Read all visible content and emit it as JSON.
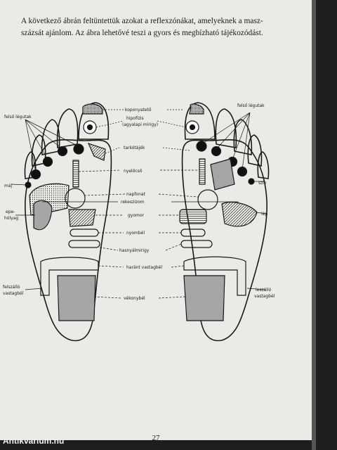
{
  "text": {
    "line1": "A következő ábrán feltüntettük azokat a reflexzónákat, amelyeknek a masz-",
    "line2": "százsát ajánlom. Az ábra lehetővé teszi a gyors és megbízható tájékozódást."
  },
  "labels": {
    "left_upper_airways": "felső légutak",
    "left_liver": "máj",
    "left_gallbladder_1": "epe-",
    "left_gallbladder_2": "hólyag",
    "left_ascending_colon_1": "felszálló",
    "left_ascending_colon_2": "vastagbél",
    "skull_top": "koponyatető",
    "pituitary_1": "hipofízis",
    "pituitary_2": "(agyalapi mirigy)",
    "neck": "tarkótájék",
    "esophagus": "nyelőcső",
    "solar_plexus": "napfonat",
    "diaphragm": "rekeszizom",
    "stomach": "gyomor",
    "duodenum": "nyombél",
    "pancreas": "hasnyálmirigy",
    "transverse_colon": "haránt vastagbél",
    "small_intestine": "vékonybél",
    "right_upper_airways": "felső légutak",
    "heart": "szív",
    "spleen": "lép",
    "right_descending_colon_1": "leszálló",
    "right_descending_colon_2": "vastagbél"
  },
  "page_number": "27",
  "watermark": "Antikvárium.hu"
}
